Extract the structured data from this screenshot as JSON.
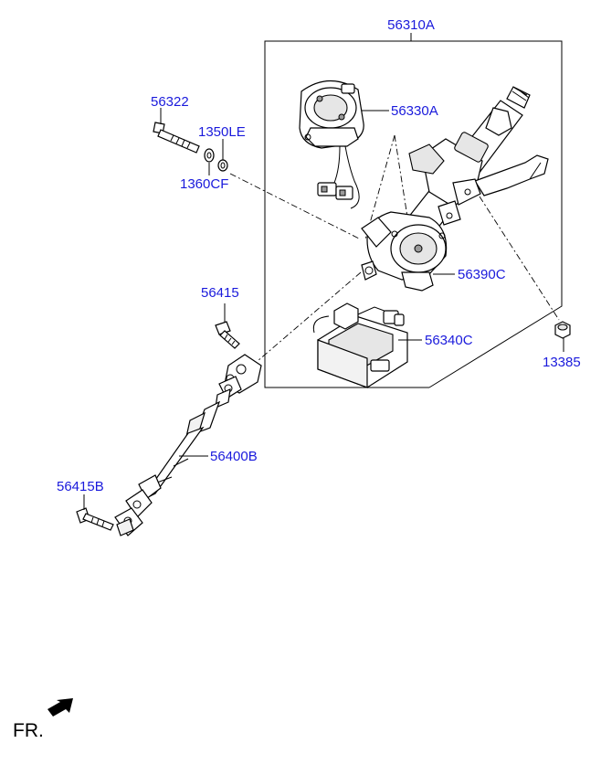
{
  "colors": {
    "label": "#1a1adc",
    "line": "#000000",
    "background": "#ffffff"
  },
  "labels": {
    "assembly": "56310A",
    "bolt": "56322",
    "washer_upper": "1350LE",
    "washer_lower": "1360CF",
    "clock_spring": "56330A",
    "motor": "56390C",
    "control_unit": "56340C",
    "nut": "13385",
    "upper_bolt": "56415",
    "shaft": "56400B",
    "lower_bolt": "56415B"
  },
  "direction": {
    "text": "FR.",
    "icon": "front-arrow-icon"
  }
}
